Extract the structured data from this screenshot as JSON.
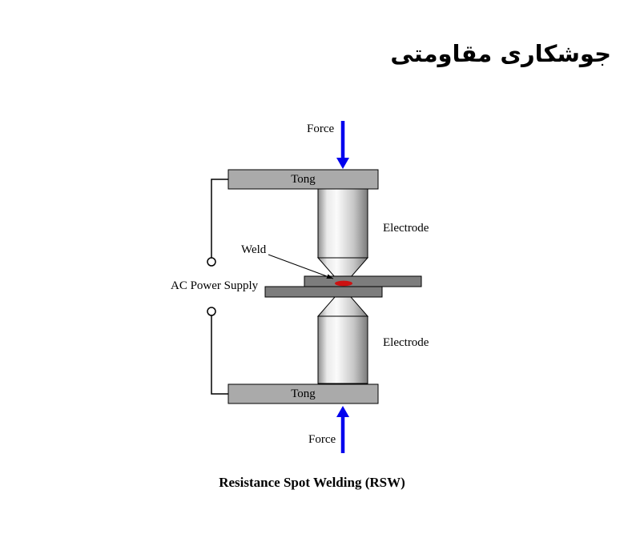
{
  "title": "جوشکاری مقاومتی",
  "caption": "Resistance Spot Welding (RSW)",
  "labels": {
    "force_top": "Force",
    "force_bottom": "Force",
    "tong_top": "Tong",
    "tong_bottom": "Tong",
    "electrode_top": "Electrode",
    "electrode_bottom": "Electrode",
    "weld": "Weld",
    "ac_power_supply": "AC Power Supply"
  },
  "colors": {
    "force_arrow": "#0000ee",
    "tong_fill": "#aaaaaa",
    "sheet_fill": "#7d7d7d",
    "weld_nugget": "#cc1111",
    "background": "#ffffff"
  }
}
